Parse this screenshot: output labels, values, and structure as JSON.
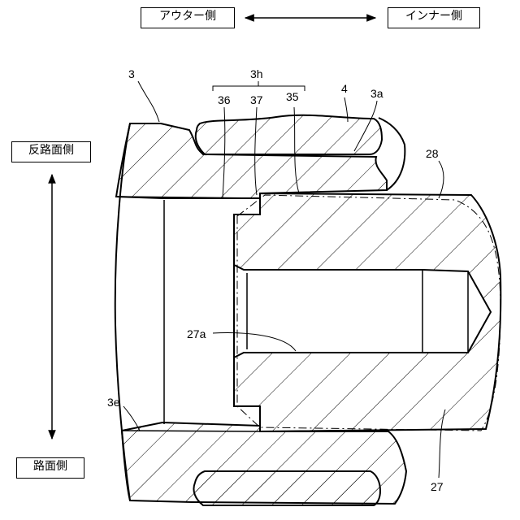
{
  "direction": {
    "outer_label": "アウター側",
    "inner_label": "インナー側",
    "upper_label": "反路面側",
    "lower_label": "路面側"
  },
  "refs": {
    "hub": "3",
    "hub_end": "3e",
    "spline_group": "3h",
    "ref_36": "36",
    "ref_37": "37",
    "ref_35": "35",
    "ring": "4",
    "ring_land": "3a",
    "sleeve": "28",
    "shaft": "27",
    "shaft_bore": "27a"
  }
}
